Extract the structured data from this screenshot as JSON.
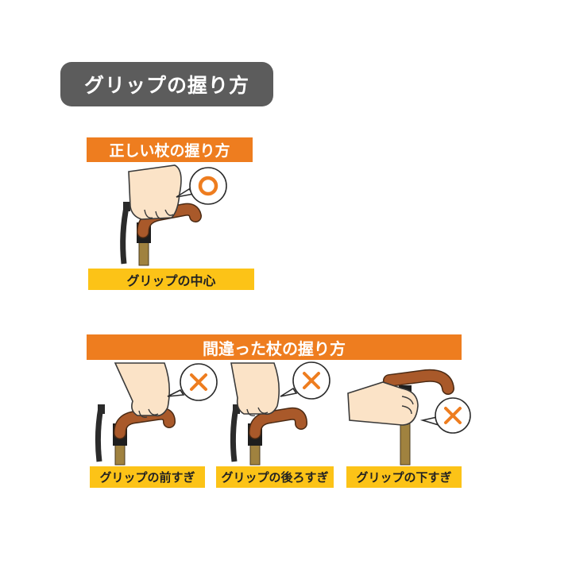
{
  "title": "グリップの握り方",
  "correct": {
    "heading": "正しい杖の握り方",
    "caption": "グリップの中心",
    "mark": "circle-icon"
  },
  "wrong": {
    "heading": "間違った杖の握り方",
    "items": [
      {
        "caption": "グリップの前すぎ",
        "mark": "cross-icon"
      },
      {
        "caption": "グリップの後ろすぎ",
        "mark": "cross-icon"
      },
      {
        "caption": "グリップの下すぎ",
        "mark": "cross-icon"
      }
    ]
  },
  "colors": {
    "title_bg": "#5c5c5c",
    "heading_bg": "#ee7d1f",
    "caption_bg": "#fcc317",
    "grip": "#a9592a",
    "shaft": "#a0823f",
    "mark": "#ee7d1f"
  }
}
